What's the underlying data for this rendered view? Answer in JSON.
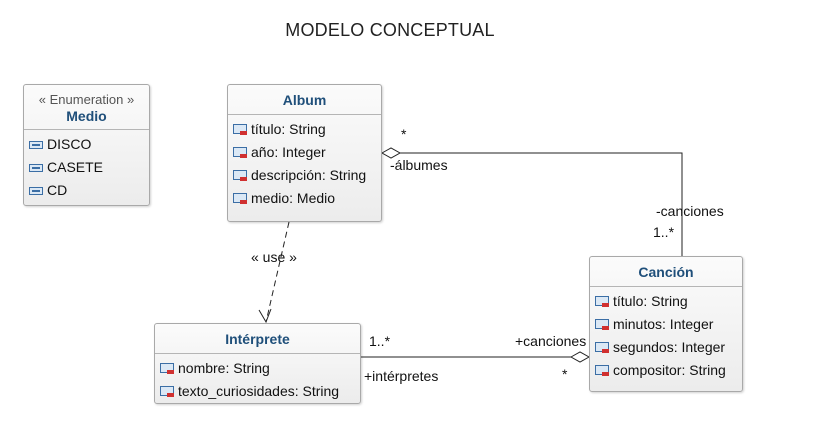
{
  "title": "MODELO CONCEPTUAL",
  "enumeration": {
    "stereotype": "« Enumeration »",
    "name": "Medio",
    "literals": [
      "DISCO",
      "CASETE",
      "CD"
    ]
  },
  "album": {
    "name": "Album",
    "attributes": [
      "título: String",
      "año: Integer",
      "descripción: String",
      "medio: Medio"
    ]
  },
  "interprete": {
    "name": "Intérprete",
    "attributes": [
      "nombre: String",
      "texto_curiosidades: String"
    ]
  },
  "cancion": {
    "name": "Canción",
    "attributes": [
      "título: String",
      "minutos: Integer",
      "segundos: Integer",
      "compositor: String"
    ]
  },
  "links": {
    "use": {
      "label": "« use »"
    },
    "album_cancion": {
      "album_multiplicity": "*",
      "album_role": "-álbumes",
      "cancion_role": "-canciones",
      "cancion_multiplicity": "1..*"
    },
    "interprete_cancion": {
      "interprete_multiplicity": "1..*",
      "interprete_role": "+intérpretes",
      "cancion_role": "+canciones",
      "cancion_multiplicity": "*"
    }
  }
}
